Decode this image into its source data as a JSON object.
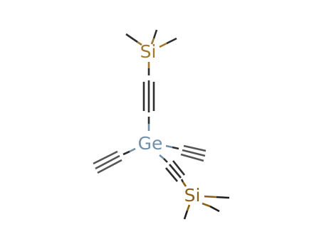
{
  "molecule": {
    "atoms": {
      "si_top": {
        "symbol": "Si",
        "color": "#a07830"
      },
      "ge": {
        "symbol": "Ge",
        "color": "#6f8fa8"
      },
      "si_bottom": {
        "symbol": "Si",
        "color": "#8a6218"
      }
    },
    "colors": {
      "bond": "#3a3a3a",
      "bond_light": "#555555"
    }
  }
}
